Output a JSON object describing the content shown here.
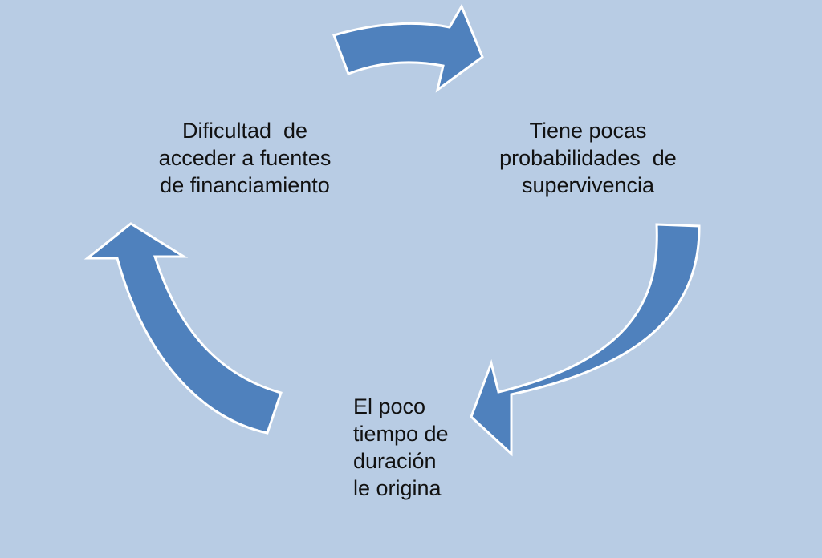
{
  "diagram": {
    "colors": {
      "background": "#b8cce4",
      "arrow_fill": "#4f81bd",
      "arrow_stroke": "#ffffff",
      "text": "#111111"
    },
    "nodes": {
      "left": "Dificultad  de\nacceder a fuentes\nde financiamiento",
      "right": "Tiene pocas\nprobabilidades  de\nsupervivencia",
      "bottom": "El poco\ntiempo de\nduración\nle origina"
    }
  }
}
